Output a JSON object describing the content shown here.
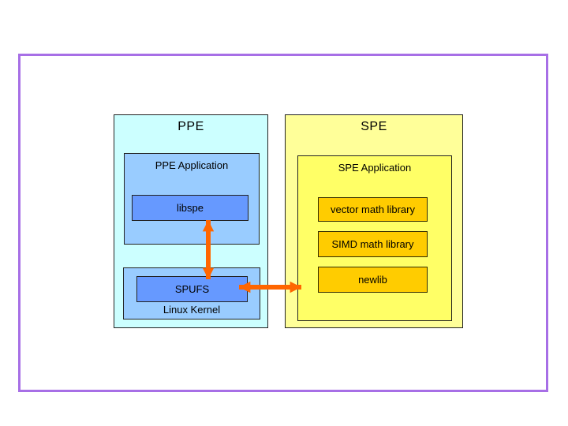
{
  "diagram": {
    "ppe": {
      "title": "PPE",
      "application": {
        "title": "PPE Application",
        "libspe_label": "libspe"
      },
      "kernel": {
        "title": "Linux Kernel",
        "spufs_label": "SPUFS"
      }
    },
    "spe": {
      "title": "SPE",
      "application": {
        "title": "SPE Application",
        "libraries": [
          "vector math library",
          "SIMD math library",
          "newlib"
        ]
      }
    },
    "colors": {
      "frame_border": "#a76fe6",
      "ppe_fill": "#ccffff",
      "ppe_inner_fill": "#99ccff",
      "blue_box_fill": "#6699ff",
      "spe_fill": "#ffff99",
      "spe_inner_fill": "#ffff66",
      "library_fill": "#ffcc00",
      "arrow": "#ff6600"
    }
  }
}
